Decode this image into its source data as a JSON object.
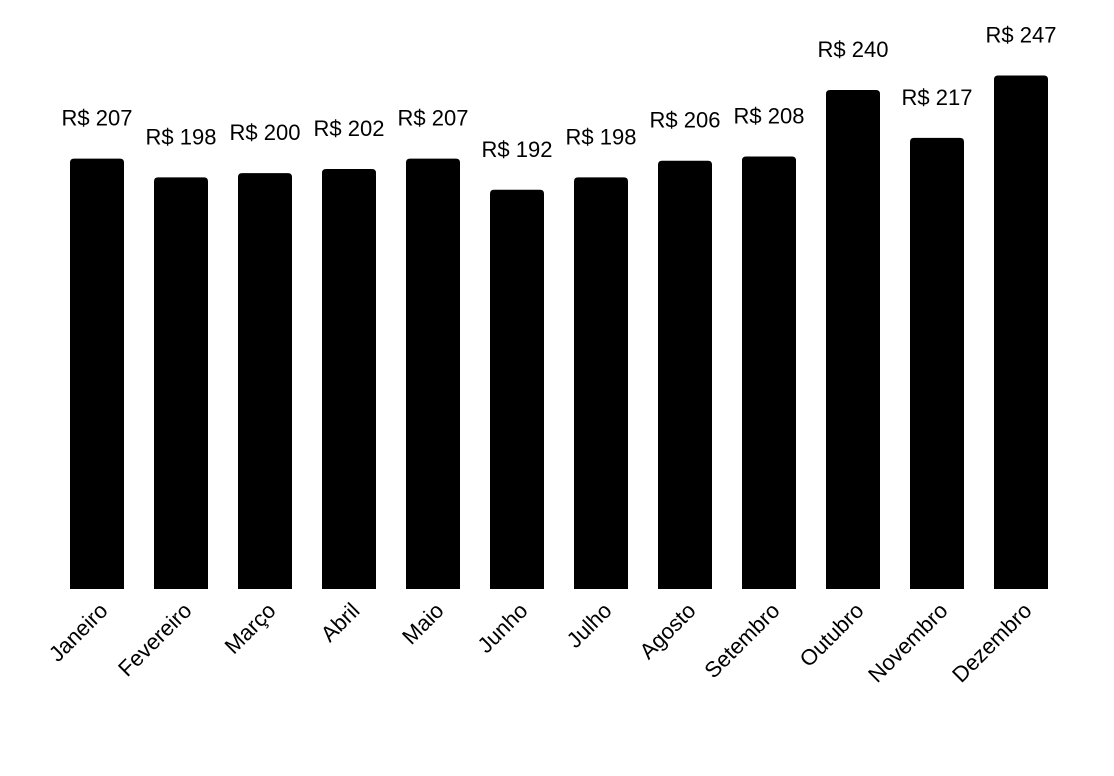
{
  "chart_data": {
    "type": "bar",
    "title": "",
    "xlabel": "",
    "ylabel": "",
    "value_prefix": "R$ ",
    "bar_color": "#000000",
    "ylim": [
      0,
      260
    ],
    "grid": false,
    "categories": [
      "Janeiro",
      "Fevereiro",
      "Março",
      "Abril",
      "Maio",
      "Junho",
      "Julho",
      "Agosto",
      "Setembro",
      "Outubro",
      "Novembro",
      "Dezembro"
    ],
    "values": [
      207,
      198,
      200,
      202,
      207,
      192,
      198,
      206,
      208,
      240,
      217,
      247
    ],
    "value_labels": [
      "R$ 207",
      "R$ 198",
      "R$ 200",
      "R$ 202",
      "R$ 207",
      "R$ 192",
      "R$ 198",
      "R$ 206",
      "R$ 208",
      "R$ 240",
      "R$ 217",
      "R$ 247"
    ]
  }
}
